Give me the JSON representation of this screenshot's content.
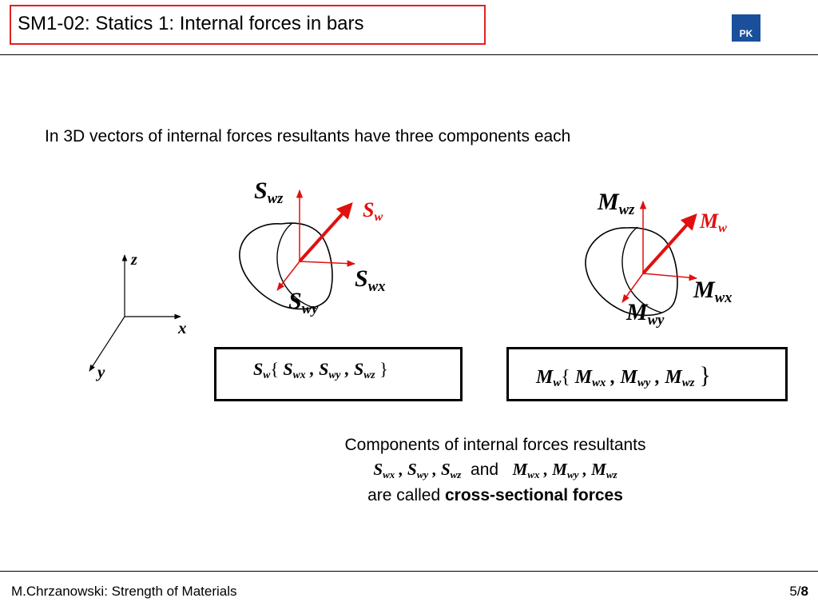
{
  "header": {
    "title": "SM1-02: Statics 1: Internal forces in bars",
    "accent_color": "#e02020",
    "logo_text": "PK"
  },
  "intro": "In 3D vectors of internal forces resultants have three components each",
  "axes": {
    "z": "z",
    "x": "x",
    "y": "y"
  },
  "force_diagram": {
    "z": {
      "base": "S",
      "sub": "wz"
    },
    "x": {
      "base": "S",
      "sub": "wx"
    },
    "y": {
      "base": "S",
      "sub": "wy"
    },
    "resultant": {
      "base": "S",
      "sub": "w"
    }
  },
  "moment_diagram": {
    "z": {
      "base": "M",
      "sub": "wz"
    },
    "x": {
      "base": "M",
      "sub": "wx"
    },
    "y": {
      "base": "M",
      "sub": "wy"
    },
    "resultant": {
      "base": "M",
      "sub": "w"
    }
  },
  "formula_s": {
    "lhs": {
      "base": "S",
      "sub": "w"
    },
    "open": "{",
    "c1": {
      "base": "S",
      "sub": "wx"
    },
    "c2": {
      "base": "S",
      "sub": "wy"
    },
    "c3": {
      "base": "S",
      "sub": "wz"
    },
    "sep": ",",
    "close": "}"
  },
  "formula_m": {
    "lhs": {
      "base": "M",
      "sub": "w"
    },
    "open": "{",
    "c1": {
      "base": "M",
      "sub": "wx"
    },
    "c2": {
      "base": "M",
      "sub": "wy"
    },
    "c3": {
      "base": "M",
      "sub": "wz"
    },
    "sep": ",",
    "close": "}"
  },
  "summary": {
    "line1": "Components of internal forces resultants",
    "s1": {
      "base": "S",
      "sub": "wx"
    },
    "s2": {
      "base": "S",
      "sub": "wy"
    },
    "s3": {
      "base": "S",
      "sub": "wz"
    },
    "and": "and",
    "m1": {
      "base": "M",
      "sub": "wx"
    },
    "m2": {
      "base": "M",
      "sub": "wy"
    },
    "m3": {
      "base": "M",
      "sub": "wz"
    },
    "sep": ",",
    "line3_prefix": "are called",
    "line3_bold": "cross-sectional forces"
  },
  "footer": {
    "author": "M.Chrzanowski: Strength of Materials",
    "page_current": "5/",
    "page_total": "8"
  },
  "colors": {
    "vector_red": "#e01010",
    "text": "#000000"
  }
}
